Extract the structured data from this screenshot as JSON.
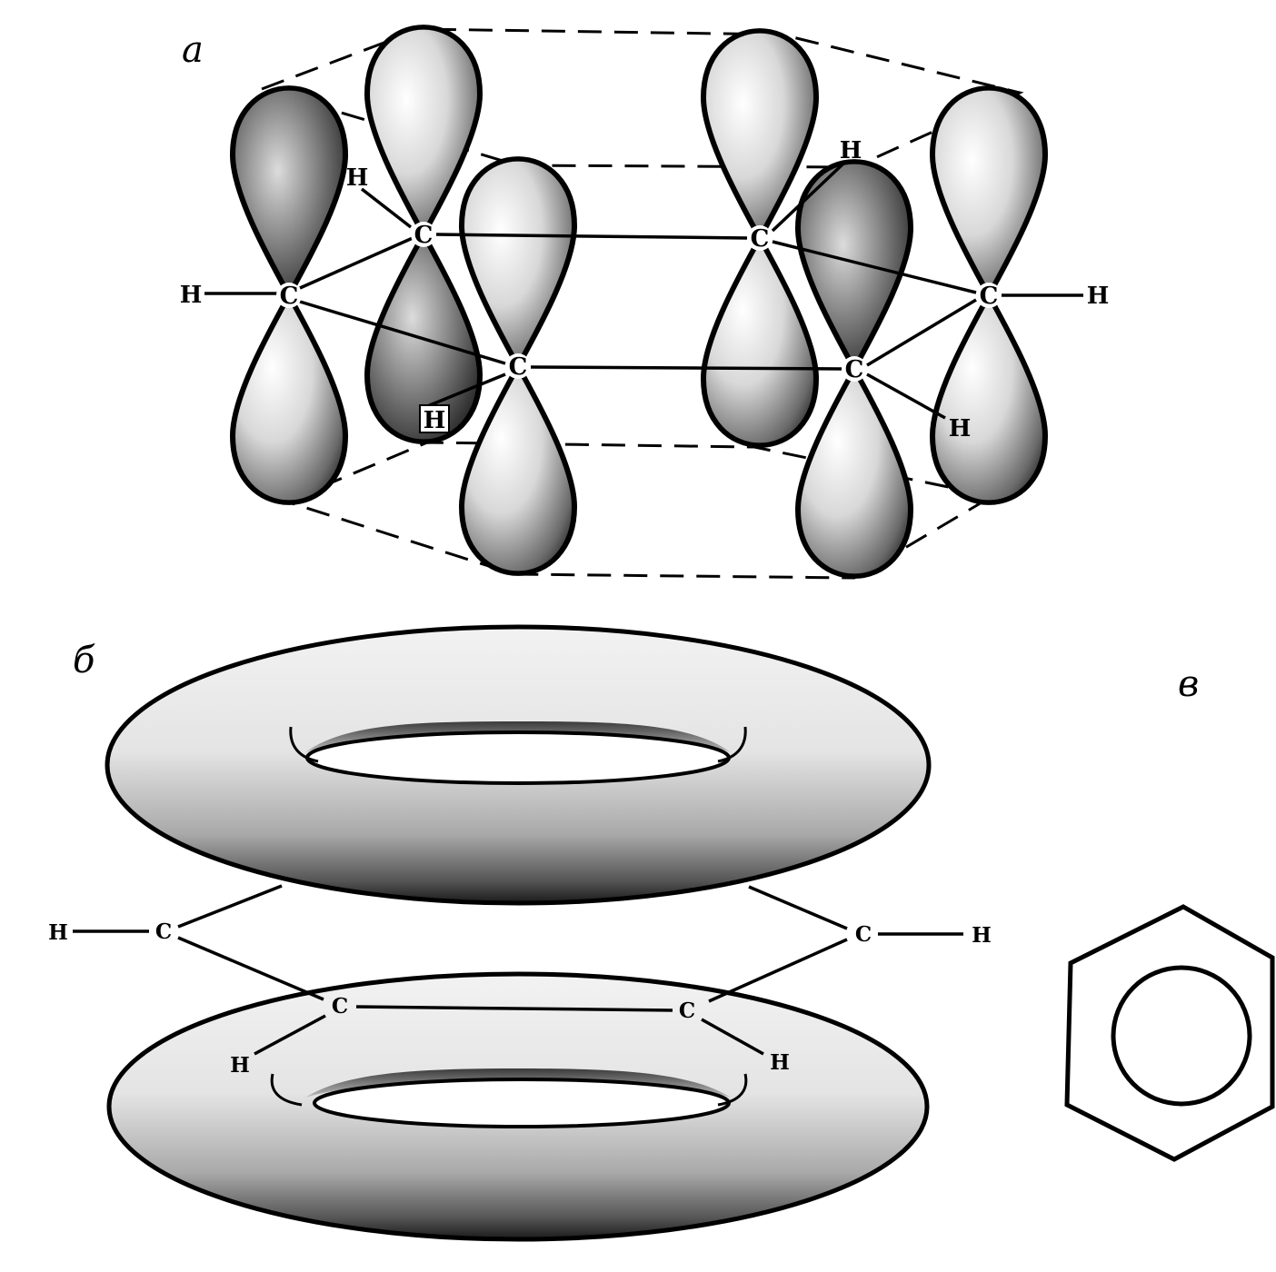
{
  "figure": {
    "panel_labels": {
      "a": "a",
      "b": "б",
      "c": "в"
    },
    "atoms": {
      "carbon": "C",
      "hydrogen": "H"
    }
  },
  "colors": {
    "line": "#000000",
    "background": "#ffffff",
    "shade_light": "#f4f4f4",
    "shade_dark": "#3a3a3a"
  }
}
